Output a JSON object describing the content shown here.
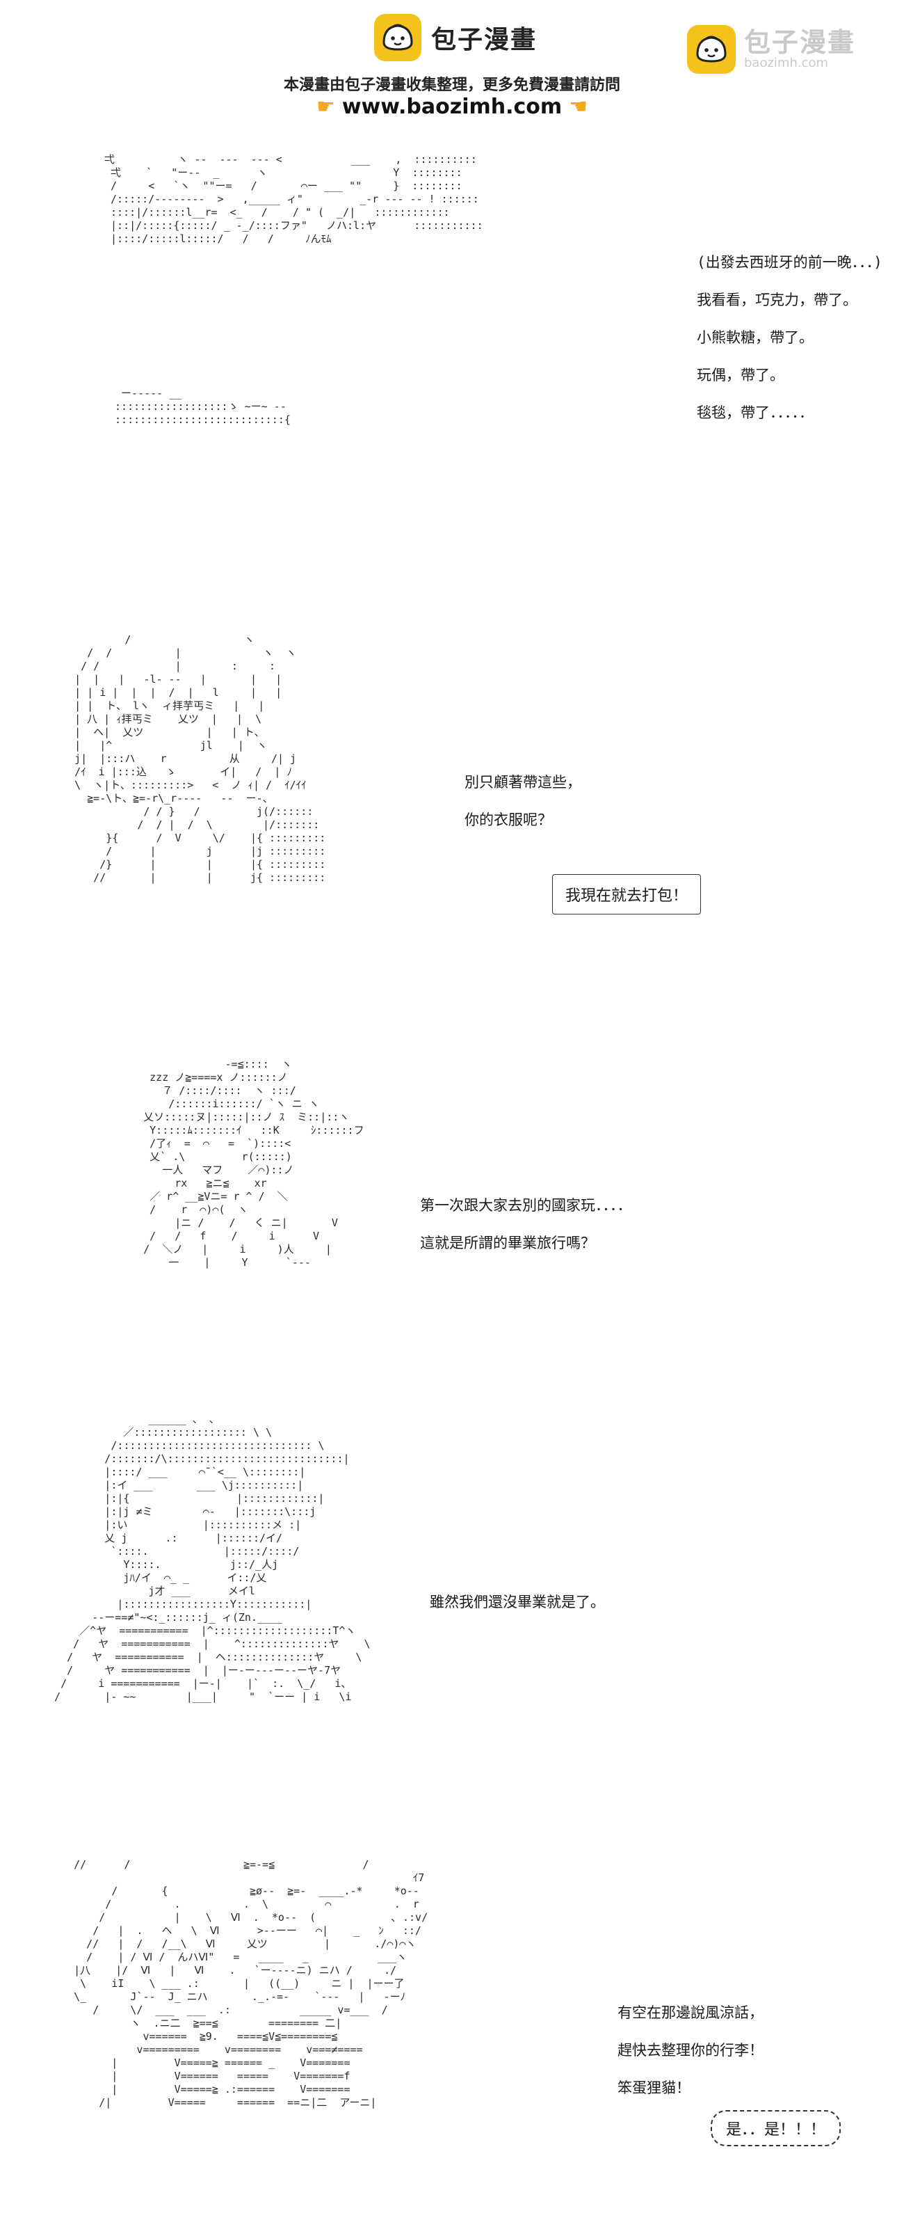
{
  "header": {
    "logo_text": "包子漫畫",
    "corner_logo_text": "包子漫畫",
    "corner_url": "baozimh.com",
    "notice": "本漫畫由包子漫畫收集整理，更多免費漫畫請訪問",
    "site_url": "www.baozimh.com"
  },
  "panel1": {
    "lines": [
      "(出發去西班牙的前一晚．．．)",
      "我看看，巧克力，帶了。",
      "小熊軟糖，帶了。",
      "玩偶，帶了。",
      "毯毯，帶了．．．．．"
    ]
  },
  "panel2": {
    "lines": [
      "別只顧著帶這些，",
      "你的衣服呢？"
    ],
    "bubble": "我現在就去打包！"
  },
  "panel3": {
    "lines": [
      "第一次跟大家去別的國家玩．．．．",
      "這就是所謂的畢業旅行嗎？"
    ]
  },
  "panel4": {
    "lines": [
      "雖然我們還沒畢業就是了。"
    ]
  },
  "panel5": {
    "lines": [
      "有空在那邊說風涼話，",
      "趕快去整理你的行李！",
      "笨蛋狸貓！"
    ],
    "bubble": "是．．是！！！"
  },
  "colors": {
    "logo": "#f5c21b",
    "hand": "#f5a81a",
    "watermark": "#c9c9c9"
  }
}
